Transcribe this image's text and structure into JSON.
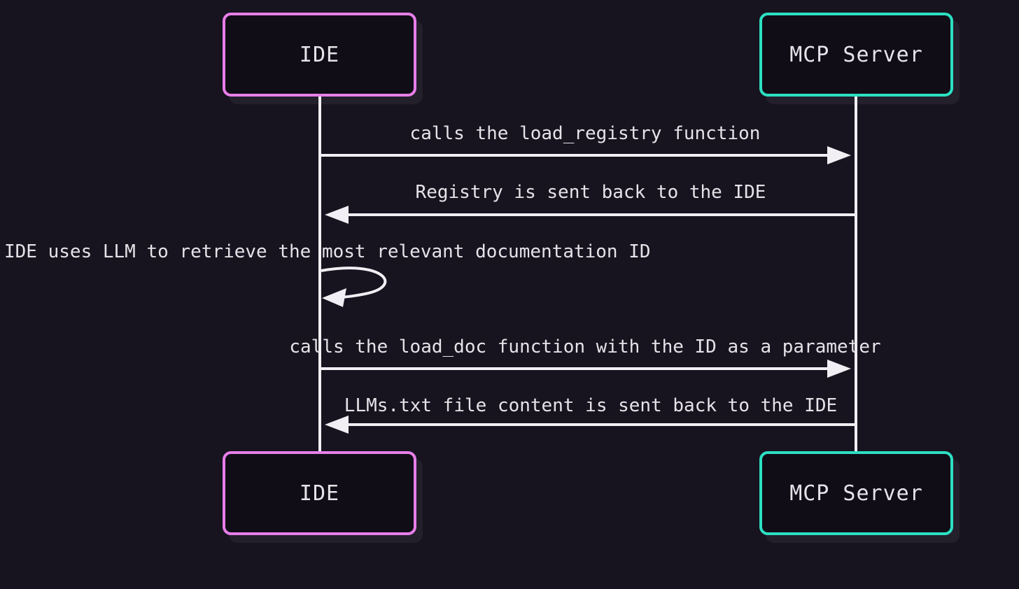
{
  "diagram": {
    "type": "sequence-diagram",
    "actors": [
      {
        "id": "ide",
        "label": "IDE"
      },
      {
        "id": "mcp_server",
        "label": "MCP Server"
      }
    ],
    "messages": [
      {
        "from": "IDE",
        "to": "MCP Server",
        "kind": "solid-arrow-right",
        "label": "calls the load_registry function"
      },
      {
        "from": "MCP Server",
        "to": "IDE",
        "kind": "solid-arrow-left",
        "label": "Registry is sent back to the IDE"
      },
      {
        "from": "IDE",
        "to": "IDE",
        "kind": "self-loop",
        "label": "IDE uses LLM to retrieve the most relevant documentation ID"
      },
      {
        "from": "IDE",
        "to": "MCP Server",
        "kind": "solid-arrow-right",
        "label": "calls the load_doc function with the ID as a parameter"
      },
      {
        "from": "MCP Server",
        "to": "IDE",
        "kind": "solid-arrow-left",
        "label": "LLMs.txt file content is sent back to the IDE"
      }
    ],
    "colors": {
      "background": "#171420",
      "box_fill": "#100d17",
      "ide_border": "#e87ee9",
      "mcp_border": "#2cdfc2",
      "line": "#f1eff3",
      "text": "#e6e3e8",
      "shadow": "rgba(255,255,255,0.055)"
    }
  }
}
